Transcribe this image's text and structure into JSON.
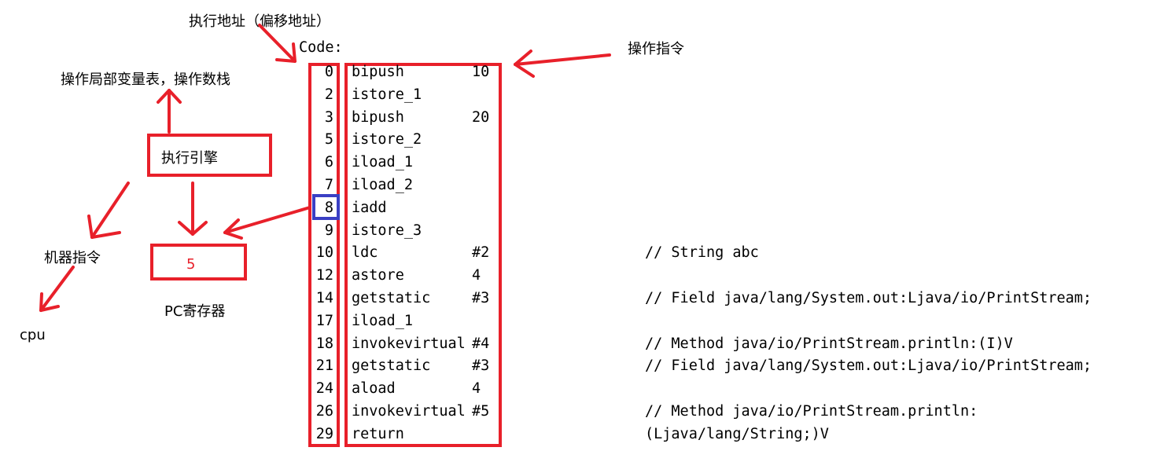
{
  "labels": {
    "exec_address": "执行地址（偏移地址）",
    "code_header": "Code:",
    "operation_instruction": "操作指令",
    "local_vars_stack": "操作局部变量表，操作数栈",
    "execution_engine": "执行引擎",
    "machine_instruction": "机器指令",
    "pc_value": "5",
    "pc_register": "PC寄存器",
    "cpu": "cpu"
  },
  "bytecode": [
    {
      "offset": "0",
      "op": "bipush",
      "arg": "10",
      "comment": ""
    },
    {
      "offset": "2",
      "op": "istore_1",
      "arg": "",
      "comment": ""
    },
    {
      "offset": "3",
      "op": "bipush",
      "arg": "20",
      "comment": ""
    },
    {
      "offset": "5",
      "op": "istore_2",
      "arg": "",
      "comment": ""
    },
    {
      "offset": "6",
      "op": "iload_1",
      "arg": "",
      "comment": ""
    },
    {
      "offset": "7",
      "op": "iload_2",
      "arg": "",
      "comment": ""
    },
    {
      "offset": "8",
      "op": "iadd",
      "arg": "",
      "comment": ""
    },
    {
      "offset": "9",
      "op": "istore_3",
      "arg": "",
      "comment": ""
    },
    {
      "offset": "10",
      "op": "ldc",
      "arg": "#2",
      "comment": "// String abc"
    },
    {
      "offset": "12",
      "op": "astore",
      "arg": "4",
      "comment": ""
    },
    {
      "offset": "14",
      "op": "getstatic",
      "arg": "#3",
      "comment": "// Field java/lang/System.out:Ljava/io/PrintStream;"
    },
    {
      "offset": "17",
      "op": "iload_1",
      "arg": "",
      "comment": ""
    },
    {
      "offset": "18",
      "op": "invokevirtual",
      "arg": "#4",
      "comment": "// Method java/io/PrintStream.println:(I)V"
    },
    {
      "offset": "21",
      "op": "getstatic",
      "arg": "#3",
      "comment": "// Field java/lang/System.out:Ljava/io/PrintStream;"
    },
    {
      "offset": "24",
      "op": "aload",
      "arg": "4",
      "comment": ""
    },
    {
      "offset": "26",
      "op": "invokevirtual",
      "arg": "#5",
      "comment": "// Method java/io/PrintStream.println:(Ljava/lang/String;)V"
    },
    {
      "offset": "29",
      "op": "return",
      "arg": "",
      "comment": ""
    }
  ],
  "highlighted_offset": "8",
  "colors": {
    "annotation_red": "#e8202a",
    "highlight_blue": "#3a3fc4",
    "pc_value_red": "#e8202a"
  }
}
